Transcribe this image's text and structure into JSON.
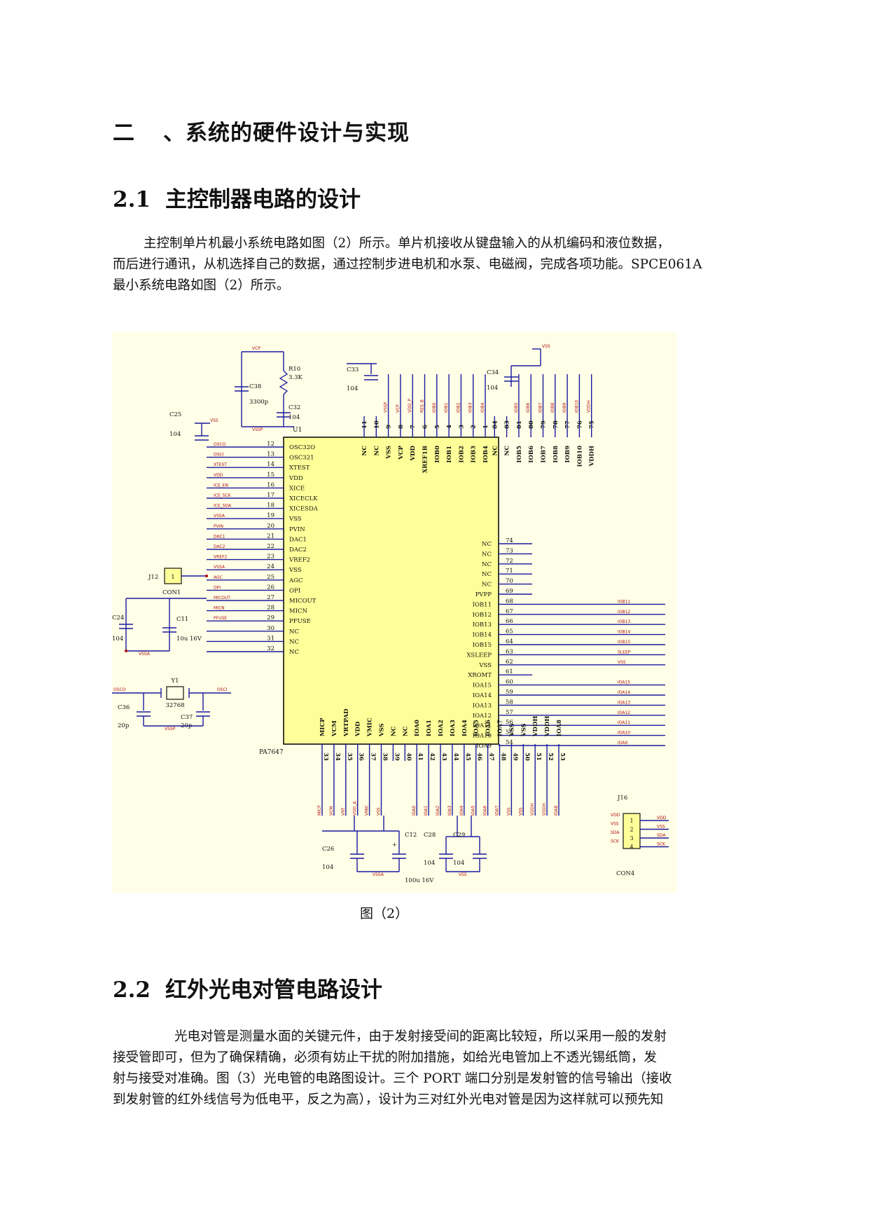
{
  "section": {
    "title": "二 、系统的硬件设计与实现",
    "num": "二",
    "text": "、系统的硬件设计与实现"
  },
  "s21": {
    "num": "2.1",
    "title": "主控制器电路的设计"
  },
  "p1": {
    "line1": "主控制单片机最小系统电路如图（2）所示。单片机接收从键盘输入的从机编码和液位数据，",
    "line2": "而后进行通讯，从机选择自己的数据，通过控制步进电机和水泵、电磁阀，完成各项功能。SPCE061A",
    "line3": "最小系统电路如图（2）所示。"
  },
  "figure": {
    "caption": "图（2）",
    "chip_ref": "U1",
    "chip_part": "PA7647",
    "left_pins": [
      {
        "num": "12",
        "name": "OSC32O",
        "net": "OSCO"
      },
      {
        "num": "13",
        "name": "OSC321",
        "net": "OSCI"
      },
      {
        "num": "14",
        "name": "XTEST",
        "net": "XTEST"
      },
      {
        "num": "15",
        "name": "VDD",
        "net": "VDD"
      },
      {
        "num": "16",
        "name": "XICE",
        "net": "ICE_EN"
      },
      {
        "num": "17",
        "name": "XICECLK",
        "net": "ICE_SCK"
      },
      {
        "num": "18",
        "name": "XICESDA",
        "net": "ICE_SDA"
      },
      {
        "num": "19",
        "name": "VSS",
        "net": "VSSA"
      },
      {
        "num": "20",
        "name": "PVIN",
        "net": "PVIN"
      },
      {
        "num": "21",
        "name": "DAC1",
        "net": "DAC1"
      },
      {
        "num": "22",
        "name": "DAC2",
        "net": "DAC2"
      },
      {
        "num": "23",
        "name": "VREF2",
        "net": "VREF2"
      },
      {
        "num": "24",
        "name": "VSS",
        "net": "VSSA"
      },
      {
        "num": "25",
        "name": "AGC",
        "net": "AGC"
      },
      {
        "num": "26",
        "name": "OPI",
        "net": "OPI"
      },
      {
        "num": "27",
        "name": "MICOUT",
        "net": "MICOUT"
      },
      {
        "num": "28",
        "name": "MICN",
        "net": "MICN"
      },
      {
        "num": "29",
        "name": "PFUSE",
        "net": "PFUSE"
      },
      {
        "num": "30",
        "name": "NC",
        "net": ""
      },
      {
        "num": "31",
        "name": "NC",
        "net": ""
      },
      {
        "num": "32",
        "name": "NC",
        "net": ""
      }
    ],
    "right_pins": [
      {
        "num": "74",
        "name": "NC",
        "net": ""
      },
      {
        "num": "73",
        "name": "NC",
        "net": ""
      },
      {
        "num": "72",
        "name": "NC",
        "net": ""
      },
      {
        "num": "71",
        "name": "NC",
        "net": ""
      },
      {
        "num": "70",
        "name": "NC",
        "net": ""
      },
      {
        "num": "69",
        "name": "PVPP",
        "net": ""
      },
      {
        "num": "68",
        "name": "IOB11",
        "net": "IOB11"
      },
      {
        "num": "67",
        "name": "IOB12",
        "net": "IOB12"
      },
      {
        "num": "66",
        "name": "IOB13",
        "net": "IOB13"
      },
      {
        "num": "65",
        "name": "IOB14",
        "net": "IOB14"
      },
      {
        "num": "64",
        "name": "IOB15",
        "net": "IOB15"
      },
      {
        "num": "63",
        "name": "XSLEEP",
        "net": "SLEEP"
      },
      {
        "num": "62",
        "name": "VSS",
        "net": "VSS"
      },
      {
        "num": "61",
        "name": "XROMT",
        "net": ""
      },
      {
        "num": "60",
        "name": "IOA15",
        "net": "IOA15"
      },
      {
        "num": "59",
        "name": "IOA14",
        "net": "IOA14"
      },
      {
        "num": "58",
        "name": "IOA13",
        "net": "IOA13"
      },
      {
        "num": "57",
        "name": "IOA12",
        "net": "IOA12"
      },
      {
        "num": "56",
        "name": "IOA11",
        "net": "IOA11"
      },
      {
        "num": "55",
        "name": "IOA10",
        "net": "IOA10"
      },
      {
        "num": "54",
        "name": "IOA9",
        "net": "IOA9"
      }
    ],
    "top_pins": [
      {
        "num": "11",
        "name": "NC",
        "net": ""
      },
      {
        "num": "10",
        "name": "NC",
        "net": ""
      },
      {
        "num": "9",
        "name": "VSS",
        "net": "VSSP"
      },
      {
        "num": "8",
        "name": "VCP",
        "net": "VCP"
      },
      {
        "num": "7",
        "name": "VDD",
        "net": "VDD_P"
      },
      {
        "num": "6",
        "name": "XREF1B",
        "net": "RES_B"
      },
      {
        "num": "5",
        "name": "IOB0",
        "net": "IOB0"
      },
      {
        "num": "4",
        "name": "IOB1",
        "net": "IOB1"
      },
      {
        "num": "3",
        "name": "IOB2",
        "net": "IOB2"
      },
      {
        "num": "2",
        "name": "IOB3",
        "net": "IOB3"
      },
      {
        "num": "1",
        "name": "IOB4",
        "net": "IOB4"
      },
      {
        "num": "84",
        "name": "NC",
        "net": ""
      },
      {
        "num": "83",
        "name": "NC",
        "net": ""
      },
      {
        "num": "81",
        "name": "IOB5",
        "net": "IOB5"
      },
      {
        "num": "80",
        "name": "IOB6",
        "net": "IOB6"
      },
      {
        "num": "79",
        "name": "IOB7",
        "net": "IOB7"
      },
      {
        "num": "78",
        "name": "IOB8",
        "net": "IOB8"
      },
      {
        "num": "77",
        "name": "IOB9",
        "net": "IOB9"
      },
      {
        "num": "76",
        "name": "IOB10",
        "net": "IOB10"
      },
      {
        "num": "75",
        "name": "VDDH",
        "net": "VDDH"
      }
    ],
    "bottom_pins": [
      {
        "num": "33",
        "name": "MICP",
        "net": "MICP"
      },
      {
        "num": "34",
        "name": "VCM",
        "net": "VCM"
      },
      {
        "num": "35",
        "name": "VRTPAD",
        "net": "VRT"
      },
      {
        "num": "36",
        "name": "VDD",
        "net": "VDD_A"
      },
      {
        "num": "37",
        "name": "VMIC",
        "net": "VMIC"
      },
      {
        "num": "38",
        "name": "VSS",
        "net": "VSS"
      },
      {
        "num": "39",
        "name": "NC",
        "net": ""
      },
      {
        "num": "40",
        "name": "NC",
        "net": ""
      },
      {
        "num": "41",
        "name": "IOA0",
        "net": "IOA0"
      },
      {
        "num": "42",
        "name": "IOA1",
        "net": "IOA1"
      },
      {
        "num": "43",
        "name": "IOA2",
        "net": "IOA2"
      },
      {
        "num": "44",
        "name": "IOA3",
        "net": "IOA3"
      },
      {
        "num": "45",
        "name": "IOA4",
        "net": "IOA4"
      },
      {
        "num": "46",
        "name": "IOA5",
        "net": "IOA5"
      },
      {
        "num": "47",
        "name": "IOA6",
        "net": "IOA6"
      },
      {
        "num": "48",
        "name": "IOA7",
        "net": "IOA7"
      },
      {
        "num": "49",
        "name": "VSS",
        "net": "VSS"
      },
      {
        "num": "50",
        "name": "VSS",
        "net": "VSS"
      },
      {
        "num": "51",
        "name": "VDDH",
        "net": "VDDH"
      },
      {
        "num": "52",
        "name": "VDDH",
        "net": "VDDH"
      },
      {
        "num": "53",
        "name": "IOA8",
        "net": "IOA8"
      }
    ],
    "components": {
      "r10_ref": "R10",
      "r10_val": "3.3K",
      "c38_ref": "C38",
      "c38_val": "3300p",
      "c32_ref": "C32",
      "c32_val": "104",
      "c33_ref": "C33",
      "c33_val": "104",
      "c34_ref": "C34",
      "c34_val": "104",
      "c25_ref": "C25",
      "c25_val": "104",
      "c24_ref": "C24",
      "c24_val": "104",
      "c11_ref": "C11",
      "c11_val": "10u 16V",
      "j12_ref": "J12",
      "j12_pin": "1",
      "j12_name": "CON1",
      "y1_ref": "Y1",
      "y1_val": "32768",
      "c36_ref": "C36",
      "c36_val": "20p",
      "c37_ref": "C37",
      "c37_val": "20p",
      "c26_ref": "C26",
      "c26_val": "104",
      "c12_ref": "C12",
      "c12_val": "100u 16V",
      "c12_plus": "+",
      "c28_ref": "C28",
      "c28_val": "104",
      "c29_ref": "C29",
      "c29_val": "104",
      "j16_ref": "J16",
      "j16_name": "CON4"
    },
    "nets": {
      "vcp": "VCP",
      "vssp": "VSSP",
      "vss": "VSS",
      "vssa": "VSSA",
      "osco": "OSCO",
      "osci": "OSCI"
    },
    "j16_left": [
      "VDD",
      "VSS",
      "SDA",
      "SCK"
    ],
    "j16_right": [
      "VDD",
      "VSS",
      "SDA",
      "SCK"
    ],
    "j16_pins": [
      "1",
      "2",
      "3",
      "4"
    ]
  },
  "s22": {
    "num": "2.2",
    "title": "红外光电对管电路设计"
  },
  "p2": {
    "line1": "光电对管是测量水面的关键元件，由于发射接受间的距离比较短，所以采用一般的发射",
    "line2": "接受管即可，但为了确保精确，必须有妨止干扰的附加措施，如给光电管加上不透光锡纸筒，发",
    "line3": "射与接受对准确。图（3）光电管的电路图设计。三个 PORT 端口分别是发射管的信号输出（接收",
    "line4": "到发射管的红外线信号为低电平，反之为高），设计为三对红外光电对管是因为这样就可以预先知"
  }
}
